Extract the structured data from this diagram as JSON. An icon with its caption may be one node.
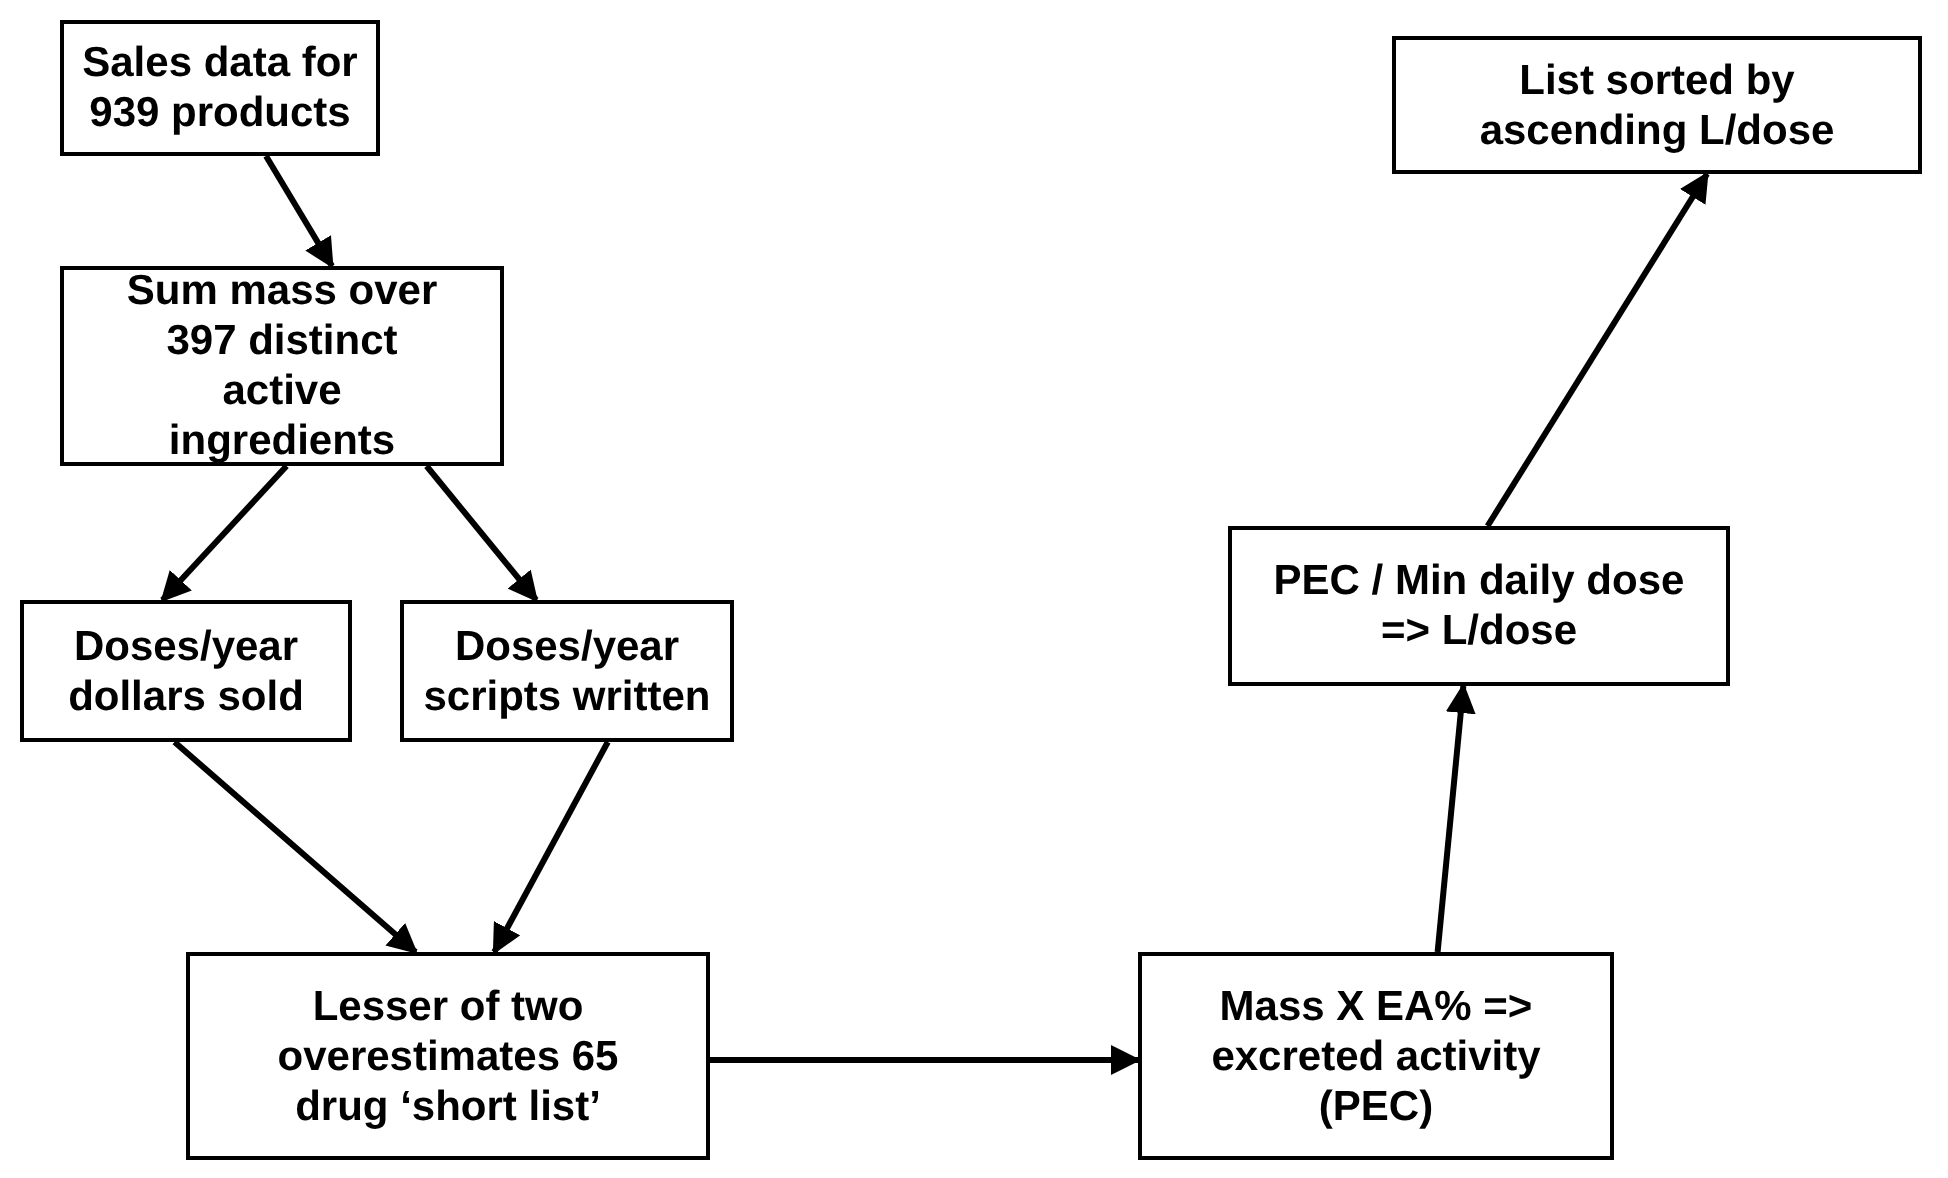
{
  "diagram": {
    "nodes": [
      {
        "text": [
          "Sales data for 939 products"
        ]
      },
      {
        "text": [
          "Sum mass over 397 distinct active ingredients"
        ]
      },
      {
        "text": [
          "Doses/year dollars sold"
        ]
      },
      {
        "text": [
          "Doses/year scripts written"
        ]
      },
      {
        "text": [
          "Lesser of two overestimates 65 drug ‘short list’"
        ]
      },
      {
        "text": [
          "Mass X EA% => excreted activity (PEC)"
        ]
      },
      {
        "text": [
          "PEC / Min daily dose => L/dose"
        ]
      },
      {
        "text": [
          "List sorted by ascending L/dose"
        ]
      }
    ],
    "edges": [
      {
        "from": 0,
        "to": 1,
        "arrow": "to"
      },
      {
        "from": 1,
        "to": 2,
        "arrow": "to"
      },
      {
        "from": 1,
        "to": 3,
        "arrow": "to"
      },
      {
        "from": 2,
        "to": 4,
        "arrow": "to"
      },
      {
        "from": 3,
        "to": 4,
        "arrow": "to"
      },
      {
        "from": 4,
        "to": 5,
        "arrow": "to"
      },
      {
        "from": 5,
        "to": 6,
        "arrow": "to"
      },
      {
        "from": 6,
        "to": 7,
        "arrow": "to"
      }
    ]
  }
}
